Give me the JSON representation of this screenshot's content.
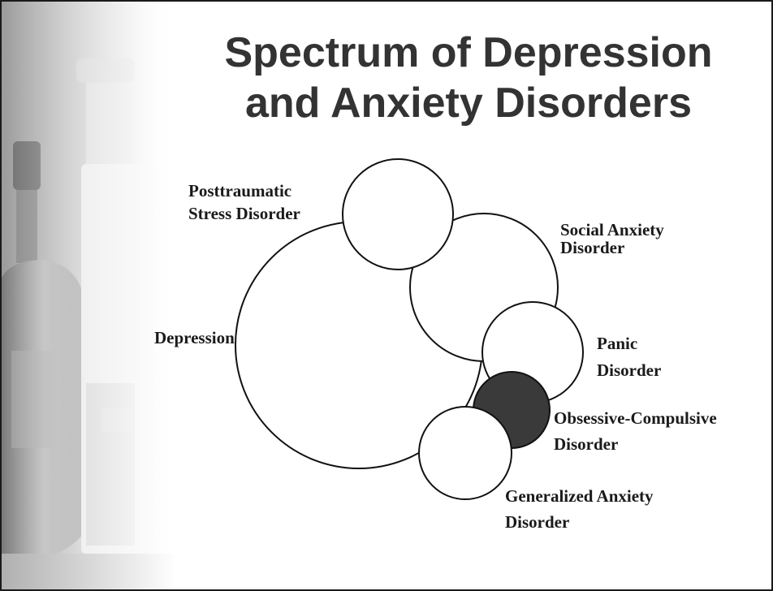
{
  "title": {
    "line1": "Spectrum of Depression",
    "line2": "and Anxiety Disorders"
  },
  "labels": {
    "ptsd": {
      "line1": "Posttraumatic",
      "line2": "Stress Disorder"
    },
    "social_anxiety": {
      "line1": "Social Anxiety",
      "line2": "Disorder"
    },
    "depression": "Depression",
    "panic": {
      "line1": "Panic",
      "line2": "Disorder"
    },
    "ocd": {
      "line1": "Obsessive-Compulsive",
      "line2": "Disorder"
    },
    "gad": {
      "line1": "Generalized Anxiety",
      "line2": "Disorder"
    }
  },
  "colors": {
    "ocd_fill": "#3a3a3a",
    "circle_stroke": "#111111",
    "title_text": "#333333"
  }
}
